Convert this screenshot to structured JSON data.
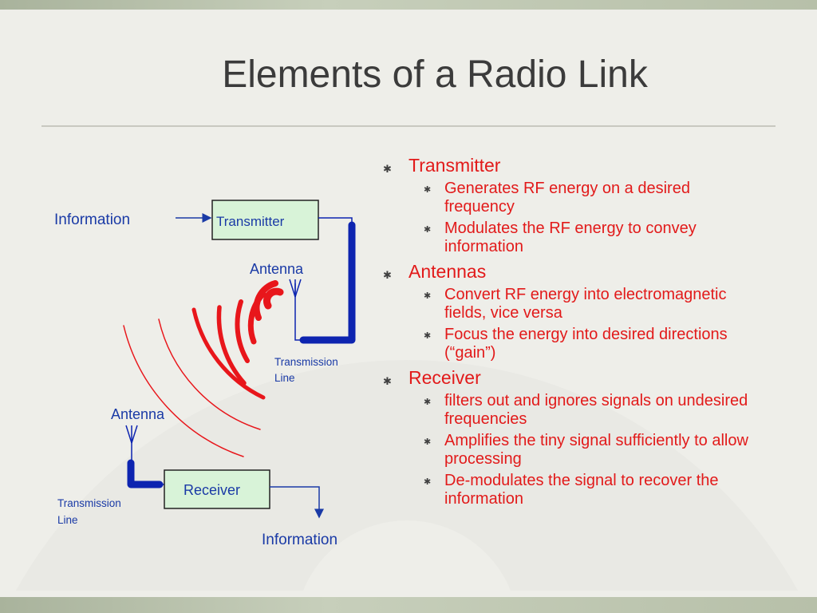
{
  "slide": {
    "title": "Elements of a Radio Link"
  },
  "diagram": {
    "tx_information": "Information",
    "transmitter": "Transmitter",
    "tx_antenna": "Antenna",
    "tx_line_1": "Transmission",
    "tx_line_2": "Line",
    "rx_antenna": "Antenna",
    "receiver": "Receiver",
    "rx_line_1": "Transmission",
    "rx_line_2": "Line",
    "rx_information": "Information",
    "colors": {
      "label_blue": "#1a3aa6",
      "line_blue": "#0d24b0",
      "wave_red": "#e8161b",
      "box_fill": "#d8f3d8"
    }
  },
  "bullets": [
    {
      "label": "Transmitter",
      "items": [
        "Generates RF energy on a desired frequency",
        "Modulates the RF energy to convey information"
      ]
    },
    {
      "label": "Antennas",
      "items": [
        "Convert RF energy into electromagnetic fields, vice versa",
        "Focus the energy into desired directions (“gain”)"
      ]
    },
    {
      "label": "Receiver",
      "items": [
        "filters out and ignores signals on undesired frequencies",
        "Amplifies the tiny signal sufficiently to allow processing",
        "De-modulates the signal to recover the information"
      ]
    }
  ]
}
